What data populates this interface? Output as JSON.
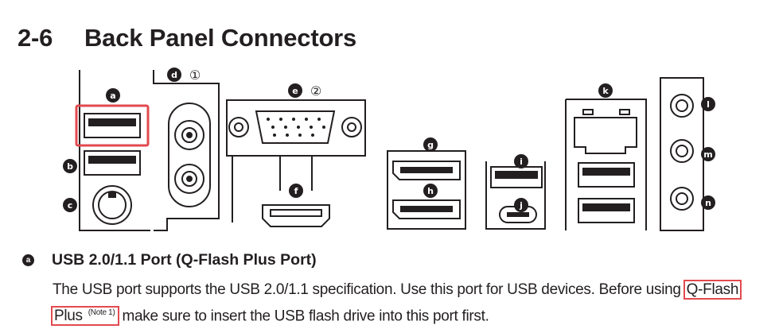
{
  "heading": {
    "number": "2-6",
    "title": "Back Panel Connectors"
  },
  "labels": {
    "a": "a",
    "b": "b",
    "c": "c",
    "d": "d",
    "d_note": "①",
    "e": "e",
    "e_note": "②",
    "f": "f",
    "g": "g",
    "h": "h",
    "i": "i",
    "j": "j",
    "k": "k",
    "l": "l",
    "m": "m",
    "n": "n"
  },
  "section": {
    "bullet": "a",
    "title": "USB 2.0/1.1 Port (Q-Flash Plus Port)",
    "text_part1": "The USB port supports the USB 2.0/1.1 specification. Use this port for USB devices. Before using ",
    "highlight1": "Q-Flash",
    "highlight2": "Plus",
    "note": "(Note 1)",
    "text_part2": " make sure to insert the USB flash drive into this port first."
  },
  "colors": {
    "highlight": "#e24a4f",
    "ink": "#231f20"
  }
}
